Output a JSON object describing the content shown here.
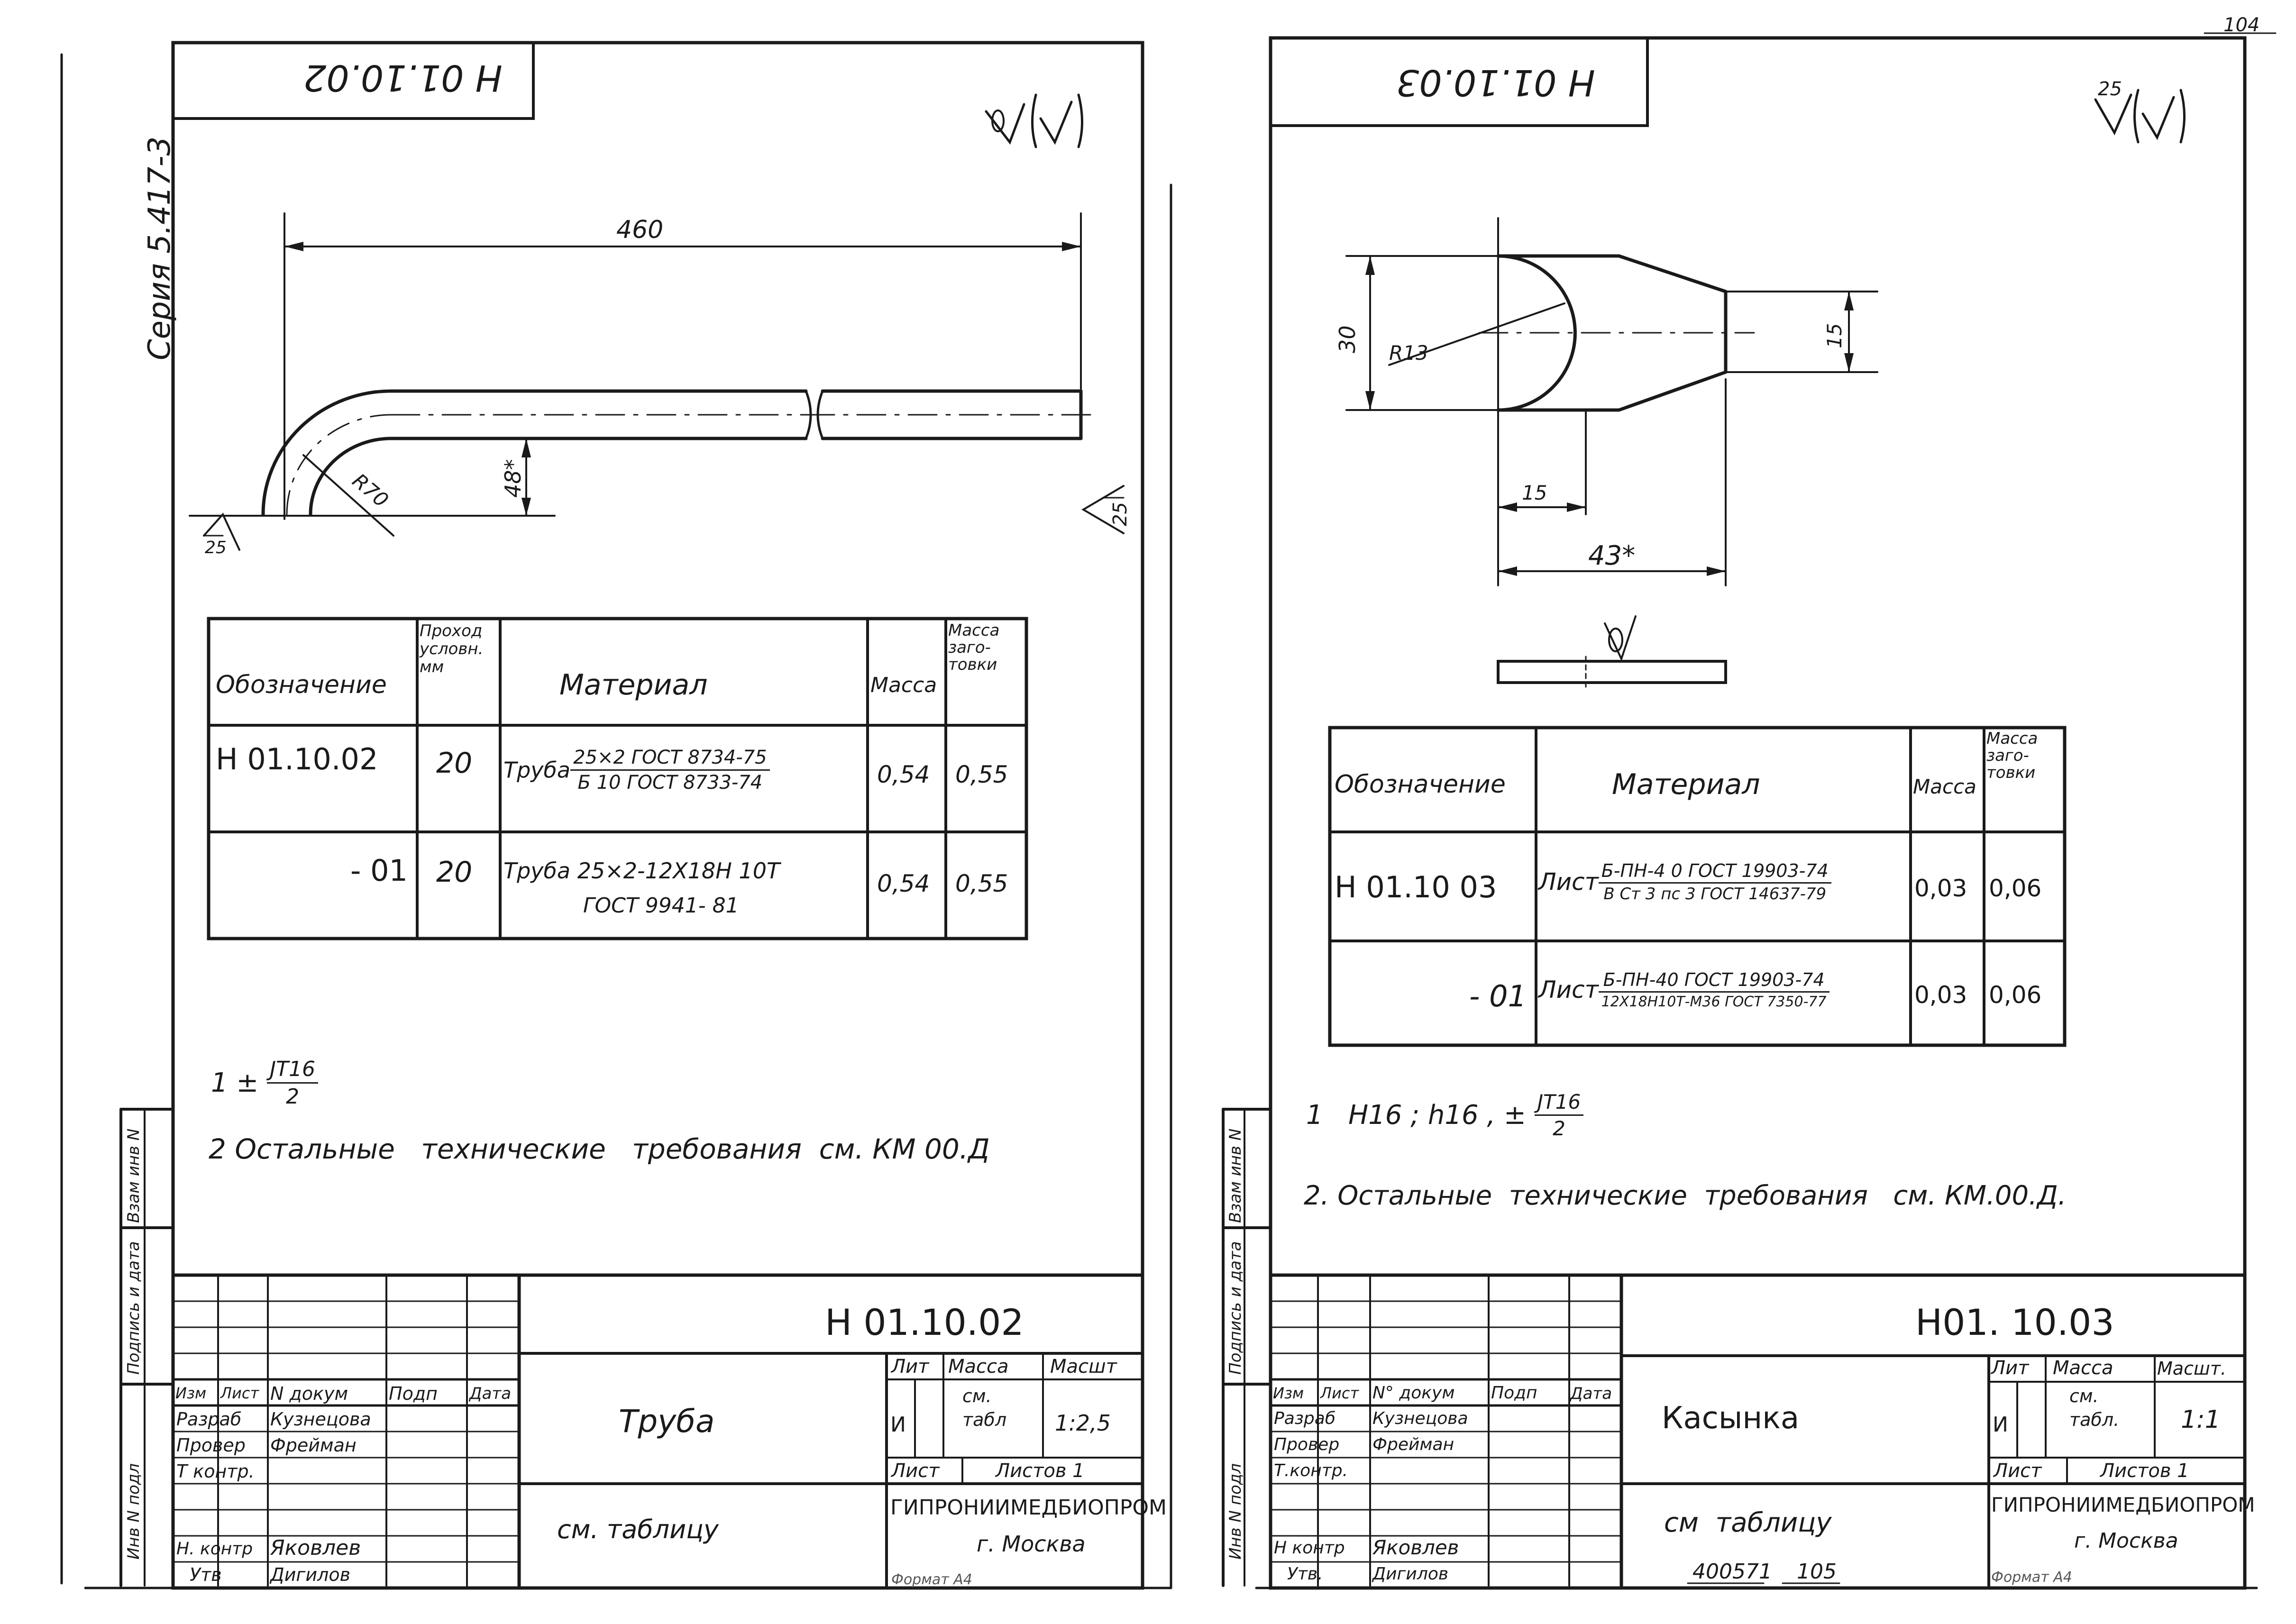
{
  "frame": {
    "series": "Серия 5.417-3",
    "sheet_no": "104",
    "bottom_doc_no": "400571",
    "bottom_page_no": "105",
    "side_labels": [
      "Инв N подл",
      "Подпись и дата",
      "Взам инв N"
    ],
    "side_labels_right": [
      "Инв N подл",
      "Подпись и дата",
      "Взам инв N"
    ]
  },
  "sheet1": {
    "corner_code": "Н 01.10.02",
    "roughness": "∇(√)",
    "dim_length": "460",
    "dim_height": "48*",
    "dim_radius": "R70",
    "rough_left": "25",
    "rough_right": "25",
    "table": {
      "headers": [
        "Обозначение",
        "Проход условн. мм",
        "Материал",
        "Масса",
        "Масса заго- товки"
      ],
      "rows": [
        {
          "designation": "Н 01.10.02",
          "bore": "20",
          "mat_prefix": "Труба",
          "mat_num": "25×2 ГОСТ 8734-75",
          "mat_den": "Б 10 ГОСТ 8733-74",
          "mass": "0,54",
          "blank_mass": "0,55"
        },
        {
          "designation": "- 01",
          "bore": "20",
          "mat_line1": "Труба 25×2-12Х18Н 10Т",
          "mat_line2": "ГОСТ 9941- 81",
          "mass": "0,54",
          "blank_mass": "0,55"
        }
      ]
    },
    "note1_prefix": "1 ±",
    "note1_num": "JT16",
    "note1_den": "2",
    "note2": "2 Остальные   технические   требования  см. КМ 00.Д",
    "title_block": {
      "code": "Н 01.10.02",
      "name": "Труба",
      "material": "см. таблицу",
      "lit_label": "Лит",
      "mass_label": "Масса",
      "scale_label": "Масшт",
      "lit_value": "И",
      "mass_value": "см. табл",
      "scale_value": "1:2,5",
      "sheet_label": "Лист",
      "sheets_label": "Листов 1",
      "org": "ГИПРОНИИМЕДБИОПРОМ",
      "city": "г. Москва",
      "format": "Формат А4",
      "header": [
        "Изм",
        "Лист",
        "N докум",
        "Подп",
        "Дата"
      ],
      "people": [
        {
          "role": "Разраб",
          "name": "Кузнецова"
        },
        {
          "role": "Провер",
          "name": "Фрейман"
        },
        {
          "role": "Т контр.",
          "name": ""
        },
        {
          "role": "",
          "name": ""
        },
        {
          "role": "Н. контр",
          "name": "Яковлев"
        },
        {
          "role": "Утв",
          "name": "Дигилов"
        }
      ]
    }
  },
  "sheet2": {
    "corner_code": "Н 01.10.03",
    "roughness_num": "25",
    "roughness": "∇(√)",
    "dim_height": "30",
    "dim_radius": "R13",
    "dim_width_right": "15",
    "dim_width_bottom": "15",
    "dim_length": "43*",
    "table": {
      "headers": [
        "Обозначение",
        "Материал",
        "Масса",
        "Масса заго- товки"
      ],
      "rows": [
        {
          "designation": "Н 01.10 03",
          "mat_prefix": "Лист",
          "mat_num": "Б-ПН-4 0 ГОСТ 19903-74",
          "mat_den": "В Ст 3 пс 3 ГОСТ 14637-79",
          "mass": "0,03",
          "blank_mass": "0,06"
        },
        {
          "designation": "- 01",
          "mat_prefix": "Лист",
          "mat_num": "Б-ПН-40 ГОСТ 19903-74",
          "mat_den": "12Х18Н10Т-М36 ГОСТ 7350-77",
          "mass": "0,03",
          "blank_mass": "0,06"
        }
      ]
    },
    "note1_prefix": "1   Н16 ; h16 , ±",
    "note1_num": "JT16",
    "note1_den": "2",
    "note2": "2. Остальные  технические  требования   см. КМ.00.Д.",
    "title_block": {
      "code": "Н01. 10.03",
      "name": "Касынка",
      "material": "см  таблицу",
      "lit_label": "Лит",
      "mass_label": "Масса",
      "scale_label": "Масшт.",
      "lit_value": "И",
      "mass_value": "см. табл.",
      "scale_value": "1:1",
      "sheet_label": "Лист",
      "sheets_label": "Листов 1",
      "org": "ГИПРОНИИМЕДБИОПРОМ",
      "city": "г. Москва",
      "format": "Формат А4",
      "header": [
        "Изм",
        "Лист",
        "N° докум",
        "Подп",
        "Дата"
      ],
      "people": [
        {
          "role": "Разраб",
          "name": "Кузнецова"
        },
        {
          "role": "Провер",
          "name": "Фрейман"
        },
        {
          "role": "Т.контр.",
          "name": ""
        },
        {
          "role": "",
          "name": ""
        },
        {
          "role": "Н контр",
          "name": "Яковлев"
        },
        {
          "role": "Утв.",
          "name": "Дигилов"
        }
      ]
    }
  }
}
